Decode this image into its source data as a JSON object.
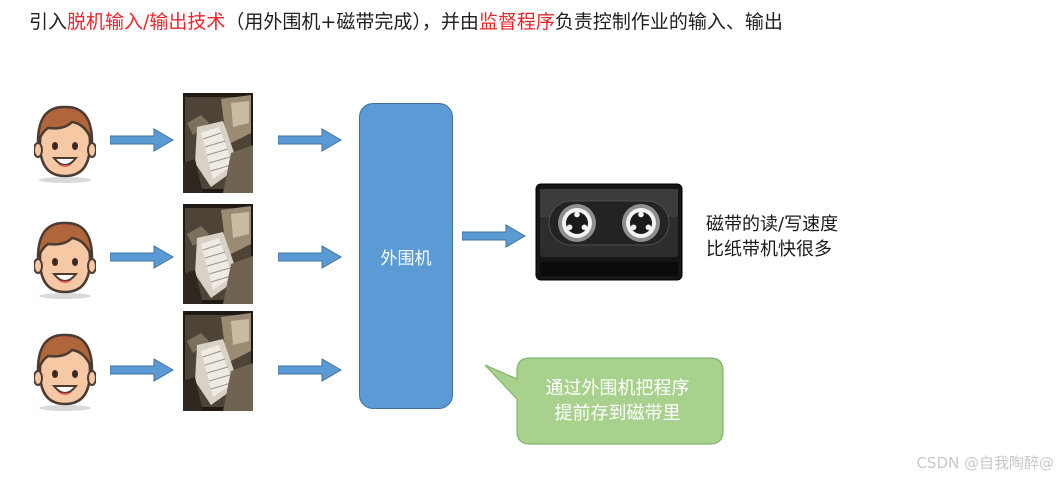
{
  "title": {
    "part1": "引入",
    "highlight1": "脱机输入/输出技术",
    "part2": "（用外围机+磁带完成），并由",
    "highlight2": "监督程序",
    "part3": "负责控制作业的输入、输出"
  },
  "peripheral": {
    "label": "外围机"
  },
  "speed_note": {
    "line1": "磁带的读/写速度",
    "line2": "比纸带机快很多"
  },
  "callout": {
    "line1": "通过外围机把程序",
    "line2": "提前存到磁带里"
  },
  "watermark": "CSDN @自我陶醉@",
  "colors": {
    "highlight": "#e8262c",
    "peripheral_fill": "#5b9bd5",
    "arrow": "#5b9bd5",
    "callout_fill": "#a9d18e"
  },
  "icons": {
    "user": "user-face-icon",
    "tape": "paper-tape-machine-icon",
    "drive": "magnetic-tape-drive-icon"
  }
}
